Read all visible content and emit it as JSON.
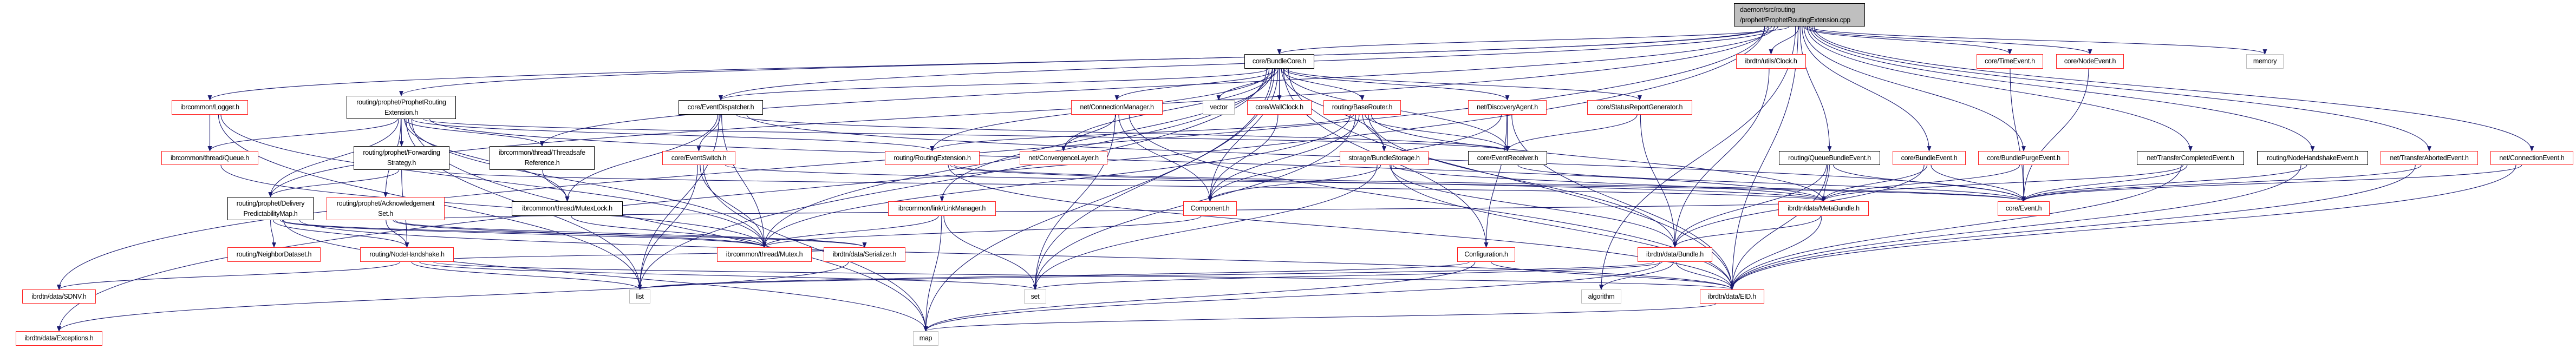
{
  "colors": {
    "edge": "#191970",
    "documented_border": "#000000",
    "incomplete_border": "#ff2020",
    "external_border": "#bfbfbf",
    "root_fill": "#bfbfbf"
  },
  "nodes": [
    {
      "id": "root",
      "label": "daemon/src/routing\n/prophet/ProphetRoutingExtension.cpp",
      "kind": "root"
    },
    {
      "id": "bundlecore",
      "label": "core/BundleCore.h",
      "kind": "documented"
    },
    {
      "id": "clock",
      "label": "ibrdtn/utils/Clock.h",
      "kind": "incomplete"
    },
    {
      "id": "timeevent",
      "label": "core/TimeEvent.h",
      "kind": "incomplete"
    },
    {
      "id": "nodeevent",
      "label": "core/NodeEvent.h",
      "kind": "incomplete"
    },
    {
      "id": "memory",
      "label": "memory",
      "kind": "external"
    },
    {
      "id": "logger",
      "label": "ibrcommon/Logger.h",
      "kind": "incomplete"
    },
    {
      "id": "prophetext",
      "label": "routing/prophet/ProphetRouting\nExtension.h",
      "kind": "documented"
    },
    {
      "id": "eventdispatcher",
      "label": "core/EventDispatcher.h",
      "kind": "documented"
    },
    {
      "id": "connmanager",
      "label": "net/ConnectionManager.h",
      "kind": "incomplete"
    },
    {
      "id": "vector",
      "label": "vector",
      "kind": "external"
    },
    {
      "id": "wallclock",
      "label": "core/WallClock.h",
      "kind": "incomplete"
    },
    {
      "id": "baserouter",
      "label": "routing/BaseRouter.h",
      "kind": "incomplete"
    },
    {
      "id": "discovery",
      "label": "net/DiscoveryAgent.h",
      "kind": "incomplete"
    },
    {
      "id": "statusreport",
      "label": "core/StatusReportGenerator.h",
      "kind": "incomplete"
    },
    {
      "id": "queue",
      "label": "ibrcommon/thread/Queue.h",
      "kind": "incomplete"
    },
    {
      "id": "forwarding",
      "label": "routing/prophet/Forwarding\nStrategy.h",
      "kind": "documented"
    },
    {
      "id": "threadsafe",
      "label": "ibrcommon/thread/Threadsafe\nReference.h",
      "kind": "documented"
    },
    {
      "id": "eventswitch",
      "label": "core/EventSwitch.h",
      "kind": "incomplete"
    },
    {
      "id": "routingext",
      "label": "routing/RoutingExtension.h",
      "kind": "incomplete"
    },
    {
      "id": "convlayer",
      "label": "net/ConvergenceLayer.h",
      "kind": "incomplete"
    },
    {
      "id": "bundlestorage",
      "label": "storage/BundleStorage.h",
      "kind": "incomplete"
    },
    {
      "id": "eventreceiver",
      "label": "core/EventReceiver.h",
      "kind": "documented"
    },
    {
      "id": "queuebundleevent",
      "label": "routing/QueueBundleEvent.h",
      "kind": "documented"
    },
    {
      "id": "bundleevent",
      "label": "core/BundleEvent.h",
      "kind": "incomplete"
    },
    {
      "id": "bundlepurge",
      "label": "core/BundlePurgeEvent.h",
      "kind": "incomplete"
    },
    {
      "id": "transfercompleted",
      "label": "net/TransferCompletedEvent.h",
      "kind": "documented"
    },
    {
      "id": "nodehandshakeevent",
      "label": "routing/NodeHandshakeEvent.h",
      "kind": "documented"
    },
    {
      "id": "transferaborted",
      "label": "net/TransferAbortedEvent.h",
      "kind": "incomplete"
    },
    {
      "id": "connectionevent",
      "label": "net/ConnectionEvent.h",
      "kind": "incomplete"
    },
    {
      "id": "dpm",
      "label": "routing/prophet/Delivery\nPredictabilityMap.h",
      "kind": "documented"
    },
    {
      "id": "ackset",
      "label": "routing/prophet/Acknowledgement\nSet.h",
      "kind": "incomplete"
    },
    {
      "id": "mutexlock",
      "label": "ibrcommon/thread/MutexLock.h",
      "kind": "documented"
    },
    {
      "id": "linkmanager",
      "label": "ibrcommon/link/LinkManager.h",
      "kind": "incomplete"
    },
    {
      "id": "component",
      "label": "Component.h",
      "kind": "incomplete"
    },
    {
      "id": "metabundle",
      "label": "ibrdtn/data/MetaBundle.h",
      "kind": "incomplete"
    },
    {
      "id": "event",
      "label": "core/Event.h",
      "kind": "incomplete"
    },
    {
      "id": "neighbor",
      "label": "routing/NeighborDataset.h",
      "kind": "incomplete"
    },
    {
      "id": "nodehandshake",
      "label": "routing/NodeHandshake.h",
      "kind": "incomplete"
    },
    {
      "id": "mutex",
      "label": "ibrcommon/thread/Mutex.h",
      "kind": "incomplete"
    },
    {
      "id": "serializer",
      "label": "ibrdtn/data/Serializer.h",
      "kind": "incomplete"
    },
    {
      "id": "configuration",
      "label": "Configuration.h",
      "kind": "incomplete"
    },
    {
      "id": "bundle",
      "label": "ibrdtn/data/Bundle.h",
      "kind": "incomplete"
    },
    {
      "id": "sdnv",
      "label": "ibrdtn/data/SDNV.h",
      "kind": "incomplete"
    },
    {
      "id": "list",
      "label": "list",
      "kind": "external"
    },
    {
      "id": "set",
      "label": "set",
      "kind": "external"
    },
    {
      "id": "algorithm",
      "label": "algorithm",
      "kind": "external"
    },
    {
      "id": "eid",
      "label": "ibrdtn/data/EID.h",
      "kind": "incomplete"
    },
    {
      "id": "exceptions",
      "label": "ibrdtn/data/Exceptions.h",
      "kind": "incomplete"
    },
    {
      "id": "map",
      "label": "map",
      "kind": "external"
    }
  ],
  "edges": [
    [
      "root",
      "bundlecore"
    ],
    [
      "root",
      "clock"
    ],
    [
      "root",
      "timeevent"
    ],
    [
      "root",
      "nodeevent"
    ],
    [
      "root",
      "memory"
    ],
    [
      "root",
      "queuebundleevent"
    ],
    [
      "root",
      "bundleevent"
    ],
    [
      "root",
      "bundlepurge"
    ],
    [
      "root",
      "transfercompleted"
    ],
    [
      "root",
      "nodehandshakeevent"
    ],
    [
      "root",
      "transferaborted"
    ],
    [
      "root",
      "connectionevent"
    ],
    [
      "root",
      "prophetext"
    ],
    [
      "root",
      "logger"
    ],
    [
      "root",
      "sdnv"
    ],
    [
      "root",
      "exceptions"
    ],
    [
      "root",
      "threadsafe"
    ],
    [
      "root",
      "eventdispatcher"
    ],
    [
      "root",
      "dpm"
    ],
    [
      "root",
      "algorithm"
    ],
    [
      "root",
      "eid"
    ],
    [
      "bundlecore",
      "connmanager"
    ],
    [
      "bundlecore",
      "vector"
    ],
    [
      "bundlecore",
      "wallclock"
    ],
    [
      "bundlecore",
      "baserouter"
    ],
    [
      "bundlecore",
      "discovery"
    ],
    [
      "bundlecore",
      "statusreport"
    ],
    [
      "bundlecore",
      "eventreceiver"
    ],
    [
      "bundlecore",
      "bundlestorage"
    ],
    [
      "bundlecore",
      "convlayer"
    ],
    [
      "bundlecore",
      "component"
    ],
    [
      "bundlecore",
      "routingext"
    ],
    [
      "bundlecore",
      "linkmanager"
    ],
    [
      "bundlecore",
      "eventdispatcher"
    ],
    [
      "bundlecore",
      "configuration"
    ],
    [
      "bundlecore",
      "eid"
    ],
    [
      "bundlecore",
      "set"
    ],
    [
      "bundlecore",
      "list"
    ],
    [
      "bundlecore",
      "map"
    ],
    [
      "bundlecore",
      "mutex"
    ],
    [
      "prophetext",
      "queue"
    ],
    [
      "prophetext",
      "forwarding"
    ],
    [
      "prophetext",
      "dpm"
    ],
    [
      "prophetext",
      "ackset"
    ],
    [
      "prophetext",
      "routingext"
    ],
    [
      "prophetext",
      "threadsafe"
    ],
    [
      "prophetext",
      "mutexlock"
    ],
    [
      "prophetext",
      "eventreceiver"
    ],
    [
      "prophetext",
      "metabundle"
    ],
    [
      "prophetext",
      "list"
    ],
    [
      "prophetext",
      "map"
    ],
    [
      "prophetext",
      "mutex"
    ],
    [
      "logger",
      "queue"
    ],
    [
      "logger",
      "mutex"
    ],
    [
      "logger",
      "list"
    ],
    [
      "queue",
      "mutex"
    ],
    [
      "forwarding",
      "dpm"
    ],
    [
      "forwarding",
      "nodehandshake"
    ],
    [
      "forwarding",
      "metabundle"
    ],
    [
      "threadsafe",
      "mutexlock"
    ],
    [
      "mutexlock",
      "mutex"
    ],
    [
      "eventdispatcher",
      "eventswitch"
    ],
    [
      "eventdispatcher",
      "mutex"
    ],
    [
      "eventdispatcher",
      "mutexlock"
    ],
    [
      "eventdispatcher",
      "list"
    ],
    [
      "eventdispatcher",
      "eventreceiver"
    ],
    [
      "eventdispatcher",
      "event"
    ],
    [
      "eventswitch",
      "mutex"
    ],
    [
      "eventswitch",
      "list"
    ],
    [
      "eventswitch",
      "event"
    ],
    [
      "eventswitch",
      "map"
    ],
    [
      "dpm",
      "neighbor"
    ],
    [
      "dpm",
      "nodehandshake"
    ],
    [
      "dpm",
      "mutex"
    ],
    [
      "dpm",
      "serializer"
    ],
    [
      "dpm",
      "map"
    ],
    [
      "dpm",
      "eid"
    ],
    [
      "ackset",
      "nodehandshake"
    ],
    [
      "ackset",
      "mutex"
    ],
    [
      "ackset",
      "metabundle"
    ],
    [
      "ackset",
      "serializer"
    ],
    [
      "nodehandshake",
      "sdnv"
    ],
    [
      "nodehandshake",
      "list"
    ],
    [
      "nodehandshake",
      "set"
    ],
    [
      "nodehandshake",
      "eid"
    ],
    [
      "nodehandshake",
      "serializer"
    ],
    [
      "connmanager",
      "convlayer"
    ],
    [
      "connmanager",
      "component"
    ],
    [
      "connmanager",
      "set"
    ],
    [
      "connmanager",
      "eid"
    ],
    [
      "wallclock",
      "component"
    ],
    [
      "routingext",
      "metabundle"
    ],
    [
      "routingext",
      "eid"
    ],
    [
      "routingext",
      "event"
    ],
    [
      "linkmanager",
      "map"
    ],
    [
      "linkmanager",
      "set"
    ],
    [
      "linkmanager",
      "mutex"
    ],
    [
      "component",
      "mutex"
    ],
    [
      "serializer",
      "exceptions"
    ],
    [
      "baserouter",
      "bundlestorage"
    ],
    [
      "baserouter",
      "eventreceiver"
    ],
    [
      "baserouter",
      "component"
    ],
    [
      "baserouter",
      "routingext"
    ],
    [
      "baserouter",
      "metabundle"
    ],
    [
      "baserouter",
      "set"
    ],
    [
      "baserouter",
      "mutex"
    ],
    [
      "baserouter",
      "bundle"
    ],
    [
      "discovery",
      "eventreceiver"
    ],
    [
      "discovery",
      "configuration"
    ],
    [
      "discovery",
      "component"
    ],
    [
      "discovery",
      "eid"
    ],
    [
      "statusreport",
      "eventreceiver"
    ],
    [
      "statusreport",
      "bundle"
    ],
    [
      "bundlestorage",
      "bundle"
    ],
    [
      "bundlestorage",
      "eid"
    ],
    [
      "bundlestorage",
      "metabundle"
    ],
    [
      "bundlestorage",
      "set"
    ],
    [
      "bundlestorage",
      "component"
    ],
    [
      "eventreceiver",
      "event"
    ],
    [
      "configuration",
      "list"
    ],
    [
      "configuration",
      "map"
    ],
    [
      "configuration",
      "eid"
    ],
    [
      "bundle",
      "algorithm"
    ],
    [
      "bundle",
      "eid"
    ],
    [
      "bundle",
      "list"
    ],
    [
      "bundle",
      "map"
    ],
    [
      "bundle",
      "set"
    ],
    [
      "eid",
      "map"
    ],
    [
      "clock",
      "bundle"
    ],
    [
      "queuebundleevent",
      "metabundle"
    ],
    [
      "queuebundleevent",
      "event"
    ],
    [
      "queuebundleevent",
      "eid"
    ],
    [
      "queuebundleevent",
      "bundle"
    ],
    [
      "bundleevent",
      "metabundle"
    ],
    [
      "bundleevent",
      "event"
    ],
    [
      "bundleevent",
      "bundle"
    ],
    [
      "bundlepurge",
      "event"
    ],
    [
      "bundlepurge",
      "metabundle"
    ],
    [
      "timeevent",
      "event"
    ],
    [
      "nodeevent",
      "event"
    ],
    [
      "transfercompleted",
      "event"
    ],
    [
      "transfercompleted",
      "eid"
    ],
    [
      "transfercompleted",
      "metabundle"
    ],
    [
      "nodehandshakeevent",
      "event"
    ],
    [
      "nodehandshakeevent",
      "eid"
    ],
    [
      "transferaborted",
      "event"
    ],
    [
      "transferaborted",
      "eid"
    ],
    [
      "connectionevent",
      "event"
    ],
    [
      "connectionevent",
      "eid"
    ],
    [
      "metabundle",
      "eid"
    ],
    [
      "metabundle",
      "bundle"
    ]
  ]
}
